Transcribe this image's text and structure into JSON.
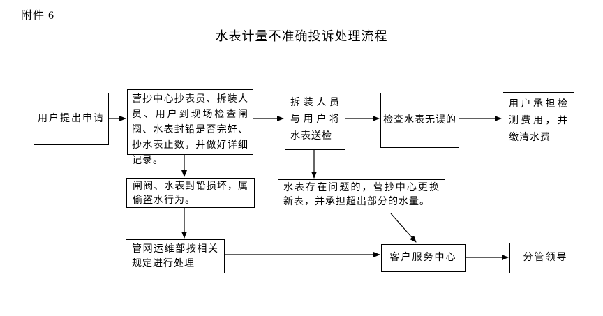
{
  "page": {
    "attachment_label": "附件 6",
    "title": "水表计量不准确投诉处理流程"
  },
  "nodes": {
    "user_application": "用户提出申请",
    "site_inspection": "营抄中心抄表员、拆装人员、用户到现场检查闸阀、水表封铅是否完好、抄水表止数，并做好详细记录。",
    "send_meter_for_testing": "拆装人员与用户将水表送检",
    "meter_checked_ok": "检查水表无误的",
    "user_pays_testing_fee": "用户承担检测费用，并缴清水费",
    "seal_damaged_theft": "闸阀、水表封铅损坏，属偷盗水行为。",
    "meter_problem_replace": "水表存在问题的，营抄中心更换新表，并承担超出部分的水量。",
    "pipe_network_dept": "管网运维部按相关规定进行处理",
    "customer_service_center": "客户服务中心",
    "leader_in_charge": "分管领导"
  },
  "edges": [
    {
      "from": "user_application",
      "to": "site_inspection",
      "direction": "right"
    },
    {
      "from": "site_inspection",
      "to": "send_meter_for_testing",
      "direction": "right"
    },
    {
      "from": "send_meter_for_testing",
      "to": "meter_checked_ok",
      "direction": "right"
    },
    {
      "from": "meter_checked_ok",
      "to": "user_pays_testing_fee",
      "direction": "right"
    },
    {
      "from": "site_inspection",
      "to": "seal_damaged_theft",
      "direction": "down"
    },
    {
      "from": "send_meter_for_testing",
      "to": "meter_problem_replace",
      "direction": "down"
    },
    {
      "from": "seal_damaged_theft",
      "to": "pipe_network_dept",
      "direction": "down"
    },
    {
      "from": "meter_problem_replace",
      "to": "customer_service_center",
      "direction": "diagonal-down-right"
    },
    {
      "from": "pipe_network_dept",
      "to": "customer_service_center",
      "direction": "right"
    },
    {
      "from": "customer_service_center",
      "to": "leader_in_charge",
      "direction": "right"
    }
  ],
  "colors": {
    "background": "#ffffff",
    "line": "#000000",
    "text": "#000000"
  }
}
